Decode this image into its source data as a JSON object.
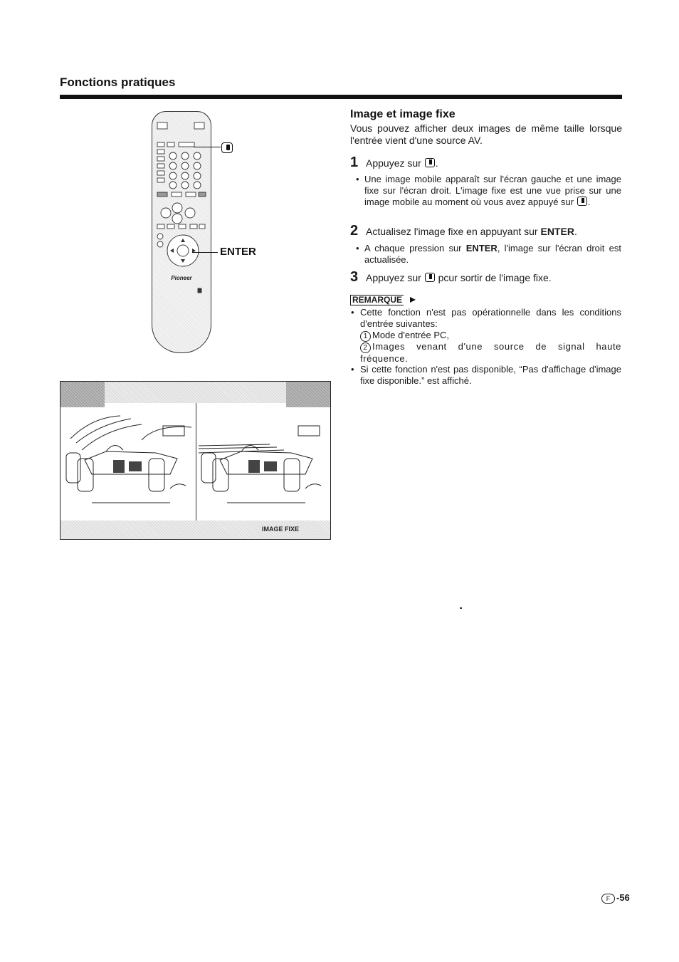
{
  "header": {
    "section_title": "Fonctions pratiques"
  },
  "remote": {
    "brand": "Pioneer",
    "enter_callout": "ENTER",
    "still_icon": "still-image-button-icon"
  },
  "screen": {
    "status_label": "IMAGE FIXE"
  },
  "article": {
    "title": "Image et image fixe",
    "intro": "Vous pouvez afficher deux images de même taille lorsque l'entrée vient d'une source AV.",
    "steps": [
      {
        "num": "1",
        "text_before": "Appuyez sur",
        "text_after": ".",
        "bullet_before": "Une image mobile apparaît sur l'écran gauche et une image fixe sur l'écran droit. L'image fixe est une vue prise sur une image mobile au moment où vous avez appuyé sur",
        "bullet_after": "."
      },
      {
        "num": "2",
        "text_before": "Actualisez l'image fixe en appuyant sur",
        "text_bold": "ENTER",
        "text_after": ".",
        "bullet_before": "A chaque pression sur",
        "bullet_bold": "ENTER",
        "bullet_after": ", l'image sur l'écran droit est actualisée."
      },
      {
        "num": "3",
        "text_before": "Appuyez sur",
        "text_after": "pcur sortir de l'image fixe."
      }
    ],
    "remark": {
      "label": "REMARQUE",
      "note1": "Cette fonction n'est pas opérationnelle dans les conditions d'entrée suivantes:",
      "cond1_num": "1",
      "cond1": "Mode d'entrée PC,",
      "cond2_num": "2",
      "cond2": "Images venant d'une source de signal haute fréquence.",
      "note2": "Si cette fonction n'est pas disponible, “Pas d'affichage d'image fixe disponible.” est affiché."
    }
  },
  "footer": {
    "lang": "F",
    "page": "-56"
  }
}
